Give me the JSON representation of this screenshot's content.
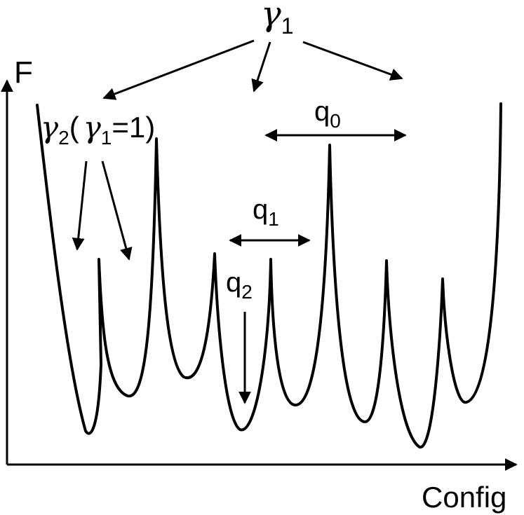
{
  "axes": {
    "y_label": "F",
    "x_label": "Config"
  },
  "labels": {
    "gamma1": {
      "symbol": "γ",
      "subscript": "1"
    },
    "gamma2": {
      "symbol": "γ",
      "subscript": "2",
      "paren_open": "(",
      "inner_symbol": "γ",
      "inner_subscript": "1",
      "inner_rest": "=1",
      "paren_close": ")"
    },
    "q0": {
      "symbol": "q",
      "subscript": "0"
    },
    "q1": {
      "symbol": "q",
      "subscript": "1"
    },
    "q2": {
      "symbol": "q",
      "subscript": "2"
    }
  },
  "colors": {
    "ink": "#000000",
    "background": "#ffffff"
  }
}
